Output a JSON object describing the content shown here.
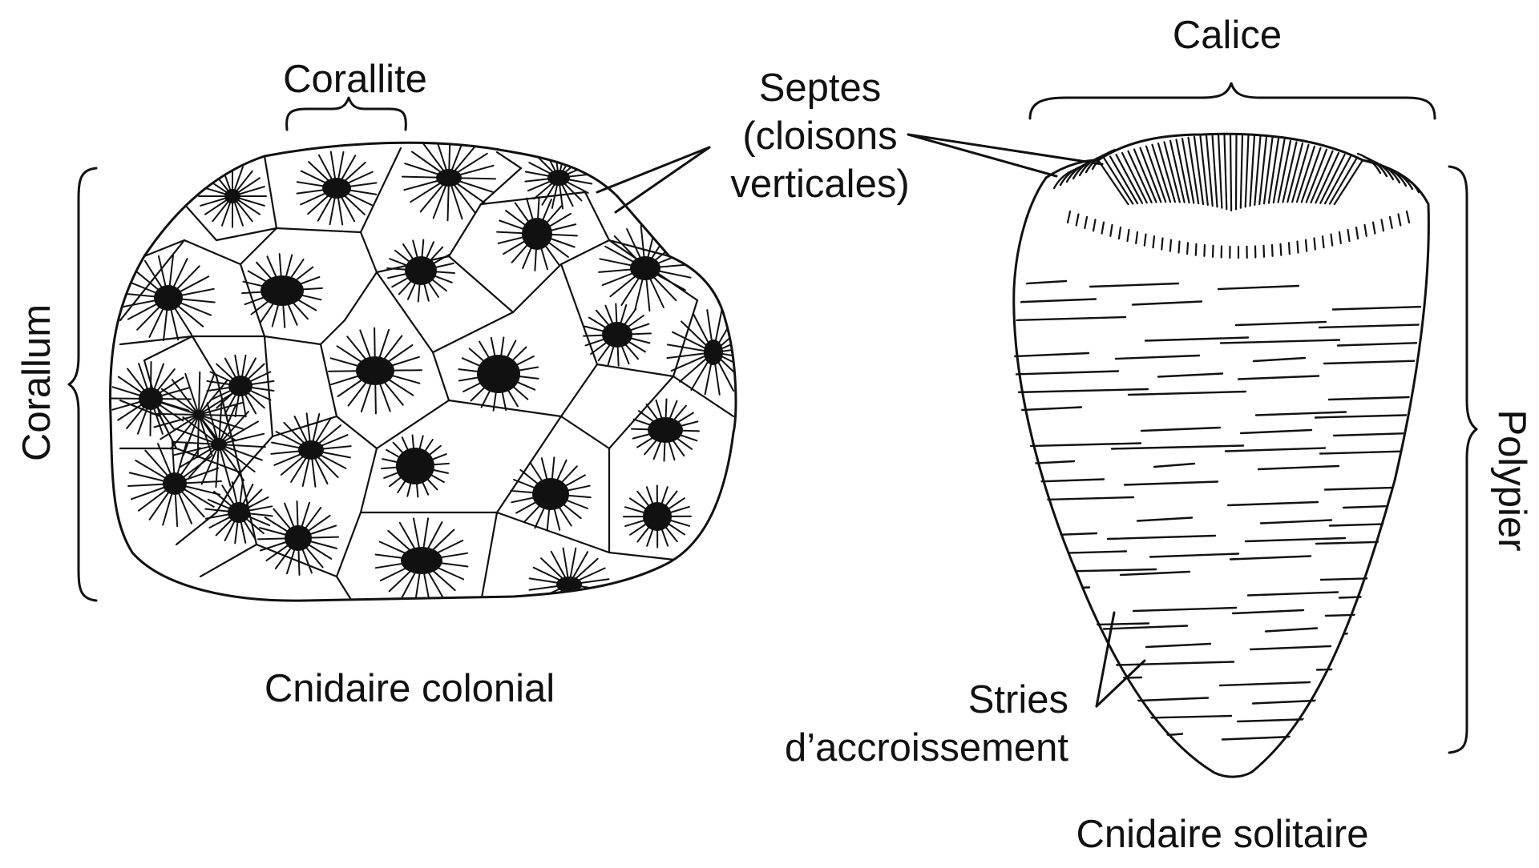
{
  "colonial": {
    "corallite_label": "Corallite",
    "corallum_label": "Corallum",
    "caption": "Cnidaire colonial"
  },
  "septes": {
    "line1": "Septes",
    "line2": "(cloisons",
    "line3": "verticales)"
  },
  "solitary": {
    "calice_label": "Calice",
    "polypier_label": "Polypier",
    "stries_line1": "Stries",
    "stries_line2": "d’accroissement",
    "caption": "Cnidaire solitaire"
  },
  "colors": {
    "ink": "#111111",
    "background": "#ffffff"
  }
}
